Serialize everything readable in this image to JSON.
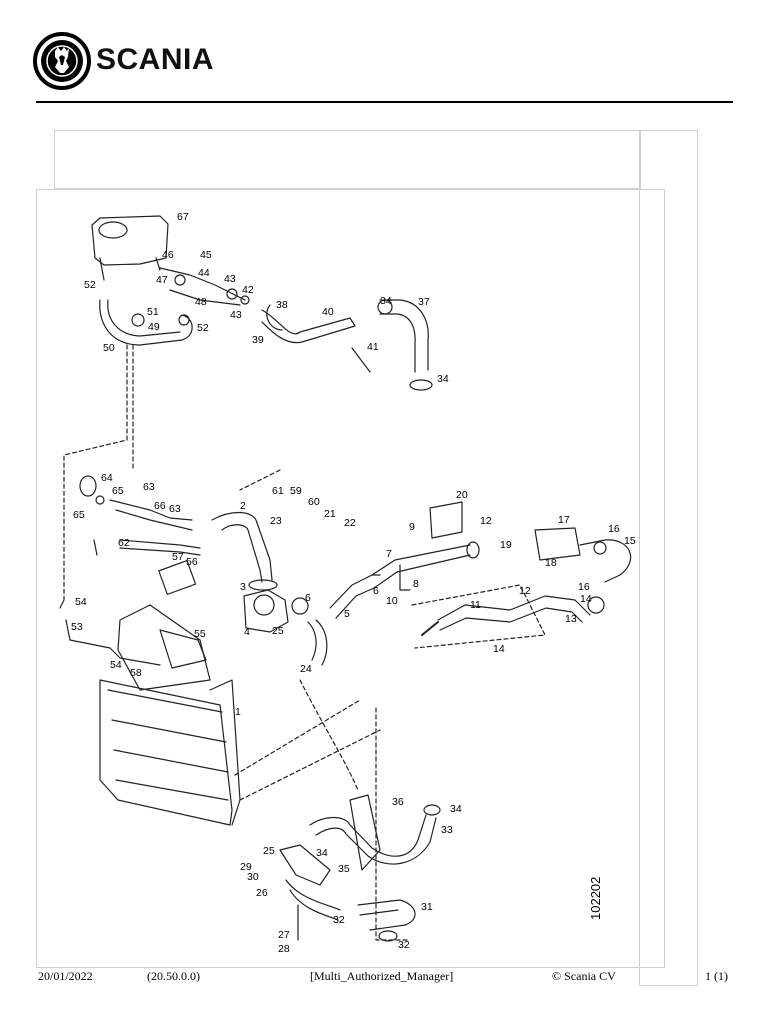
{
  "header": {
    "brand": "SCANIA"
  },
  "drawing": {
    "number": "102202",
    "callouts": [
      {
        "n": "67"
      },
      {
        "n": "46"
      },
      {
        "n": "45"
      },
      {
        "n": "44"
      },
      {
        "n": "47"
      },
      {
        "n": "43"
      },
      {
        "n": "42"
      },
      {
        "n": "52"
      },
      {
        "n": "48"
      },
      {
        "n": "43"
      },
      {
        "n": "51"
      },
      {
        "n": "49"
      },
      {
        "n": "52"
      },
      {
        "n": "50"
      },
      {
        "n": "38"
      },
      {
        "n": "40"
      },
      {
        "n": "34"
      },
      {
        "n": "37"
      },
      {
        "n": "39"
      },
      {
        "n": "41"
      },
      {
        "n": "34"
      },
      {
        "n": "64"
      },
      {
        "n": "63"
      },
      {
        "n": "65"
      },
      {
        "n": "66"
      },
      {
        "n": "65"
      },
      {
        "n": "63"
      },
      {
        "n": "62"
      },
      {
        "n": "61"
      },
      {
        "n": "59"
      },
      {
        "n": "2"
      },
      {
        "n": "60"
      },
      {
        "n": "21"
      },
      {
        "n": "23"
      },
      {
        "n": "22"
      },
      {
        "n": "20"
      },
      {
        "n": "9"
      },
      {
        "n": "12"
      },
      {
        "n": "7"
      },
      {
        "n": "17"
      },
      {
        "n": "16"
      },
      {
        "n": "19"
      },
      {
        "n": "15"
      },
      {
        "n": "18"
      },
      {
        "n": "57"
      },
      {
        "n": "56"
      },
      {
        "n": "3"
      },
      {
        "n": "8"
      },
      {
        "n": "6"
      },
      {
        "n": "6"
      },
      {
        "n": "10"
      },
      {
        "n": "12"
      },
      {
        "n": "14"
      },
      {
        "n": "16"
      },
      {
        "n": "54"
      },
      {
        "n": "4"
      },
      {
        "n": "25"
      },
      {
        "n": "5"
      },
      {
        "n": "11"
      },
      {
        "n": "13"
      },
      {
        "n": "53"
      },
      {
        "n": "55"
      },
      {
        "n": "14"
      },
      {
        "n": "54"
      },
      {
        "n": "58"
      },
      {
        "n": "24"
      },
      {
        "n": "1"
      },
      {
        "n": "36"
      },
      {
        "n": "34"
      },
      {
        "n": "33"
      },
      {
        "n": "25"
      },
      {
        "n": "34"
      },
      {
        "n": "29"
      },
      {
        "n": "35"
      },
      {
        "n": "30"
      },
      {
        "n": "26"
      },
      {
        "n": "31"
      },
      {
        "n": "32"
      },
      {
        "n": "27"
      },
      {
        "n": "28"
      },
      {
        "n": "32"
      }
    ]
  },
  "footer": {
    "date": "20/01/2022",
    "version": "(20.50.0.0)",
    "role": "[Multi_Authorized_Manager]",
    "copyright": "© Scania CV",
    "page": "1 (1)"
  }
}
